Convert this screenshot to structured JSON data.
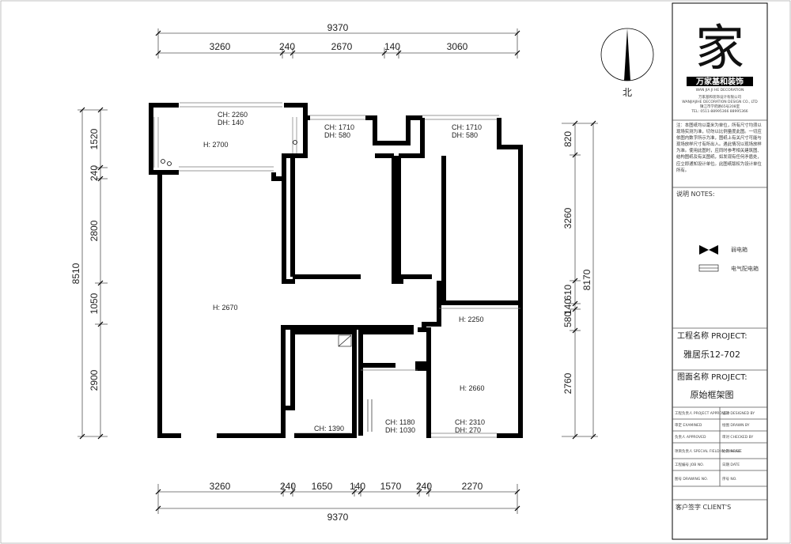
{
  "dimensions": {
    "top_total": "9370",
    "top": [
      "3260",
      "240",
      "2670",
      "140",
      "3060"
    ],
    "bottom": [
      "3260",
      "240",
      "1650",
      "140",
      "1570",
      "240",
      "2270"
    ],
    "bottom_total": "9370",
    "left": [
      "1520",
      "240",
      "2800",
      "1050",
      "2900"
    ],
    "left_total": "8510",
    "right": [
      "820",
      "3260",
      "610",
      "140",
      "580",
      "2760"
    ],
    "right_total": "8170"
  },
  "compass": {
    "label": "北"
  },
  "rooms": {
    "balcony_top": [
      "CH: 2260",
      "DH: 140"
    ],
    "balcony_h": "H: 2700",
    "bedroom_a": [
      "CH: 1710",
      "DH: 580"
    ],
    "bedroom_b": [
      "CH: 1710",
      "DH: 580"
    ],
    "living_h": "H: 2670",
    "room_h2250": "H: 2250",
    "room_h2660": "H: 2660",
    "kitchen_ch": "CH: 1390",
    "bath": [
      "CH: 1180",
      "DH: 1030"
    ],
    "bedroom_c": [
      "CH: 2310",
      "DH: 270"
    ]
  },
  "title_block": {
    "logo_glyph": "家",
    "company_name": "万家基和装饰",
    "company_en": "WAN JIA JI HE DECORATION",
    "company_cn_small": "万家基和装饰设计有限公司",
    "company_en_small": "WANJIAJIHE DECORATION DESIGN CO., LTD",
    "company_addr": "镇江市学府路65号208室",
    "company_tel": "TEL: 0511-88995366 88995366",
    "notes_body": "注：本图纸均以毫米为单位，所有尺寸均须以现场实测为准，切勿以比例量度此图。一切应依图内数字所示为准，图纸上有关尺寸可能与现场放样尺寸有所出入。遇此情况以现场放样为准。使用此图时，应同时参考相关建筑图、结构图纸及有关图纸，如发现有任何矛盾处，应立即通知设计单位。此图纸版权为设计单位所有。",
    "notes_label": "说明  NOTES:",
    "legend": [
      {
        "label": "弱电箱",
        "icon": "weak-current-box-icon"
      },
      {
        "label": "电气配电箱",
        "icon": "distribution-box-icon"
      }
    ],
    "project_label": "工程名称 PROJECT:",
    "project_name": "雅居乐12-702",
    "drawing_label": "图面名称 PROJECT:",
    "drawing_name": "原始框架图",
    "rows": [
      {
        "left": "工程负责人 PROJECT APPROVED",
        "right": "设计 DESIGNED BY"
      },
      {
        "left": "审定 EXAMINED",
        "right": "绘图 DRAWN BY"
      },
      {
        "left": "负责人 APPROVED",
        "right": "审对 CHECKED BY"
      },
      {
        "left": "项目负责人 SPECIAL FIELD IN CHARGE",
        "right": "比例 SCALE"
      },
      {
        "left": "工程编号 JOB NO.",
        "right": "日期 DATE"
      },
      {
        "left": "图号 DRAWING NO.",
        "right": "序号 NO."
      }
    ],
    "client_label": "客户签字 CLIENT'S"
  }
}
